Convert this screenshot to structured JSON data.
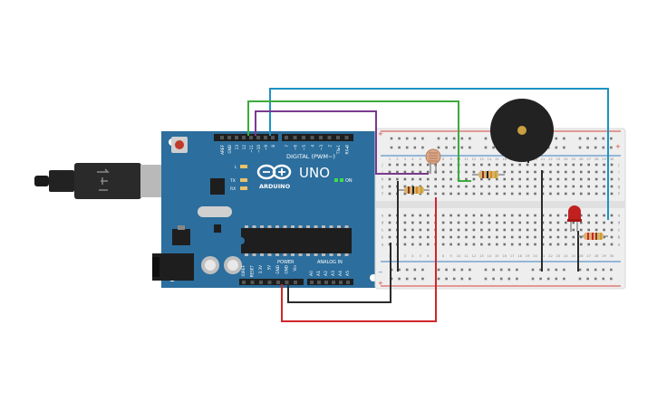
{
  "board": {
    "model": "UNO",
    "brand": "ARDUINO",
    "header_digital": "DIGITAL (PWM~)",
    "header_power": "POWER",
    "header_analog": "ANALOG IN",
    "on_label": "ON",
    "l_label": "L",
    "tx_label": "TX",
    "rx_label": "RX",
    "top_pins": [
      "AREF",
      "GND",
      "13",
      "12",
      "~11",
      "~10",
      "~9",
      "8",
      "7",
      "~6",
      "~5",
      "4",
      "~3",
      "2",
      "TX▸1",
      "RX◂0"
    ],
    "power_pins": [
      "IOREF",
      "RESET",
      "3.3V",
      "5V",
      "GND",
      "GND",
      "Vin"
    ],
    "analog_pins": [
      "A0",
      "A1",
      "A2",
      "A3",
      "A4",
      "A5"
    ]
  },
  "breadboard": {
    "top_row_letters": [
      "j",
      "i",
      "h",
      "g",
      "f"
    ],
    "bottom_row_letters": [
      "e",
      "d",
      "c",
      "b",
      "a"
    ],
    "column_numbers": [
      "1",
      "2",
      "3",
      "4",
      "5",
      "6",
      "7",
      "8",
      "9",
      "10",
      "11",
      "12",
      "13",
      "14",
      "15",
      "16",
      "17",
      "18",
      "19",
      "20",
      "21",
      "22",
      "23",
      "24",
      "25",
      "26",
      "27",
      "28",
      "29",
      "30"
    ]
  },
  "colors": {
    "board": "#2c6e9d",
    "board_dark": "#1f5478",
    "header": "#1e1e1e",
    "breadboard": "#eeeeee",
    "wire_blue": "#1d93c4",
    "wire_green": "#3cab3c",
    "wire_purple": "#7a3a8e",
    "wire_black": "#2b2b2b",
    "wire_red": "#d0262b",
    "rail_red": "#d6423f",
    "rail_blue": "#3a7dc3",
    "led": "#c21f1f",
    "buzzer": "#222222"
  },
  "components": {
    "usb": "usb-cable",
    "buzzer": "piezo-buzzer",
    "led": "red-led",
    "photoresistor": "photoresistor",
    "resistors": [
      "resistor-1",
      "resistor-2",
      "resistor-3"
    ]
  }
}
